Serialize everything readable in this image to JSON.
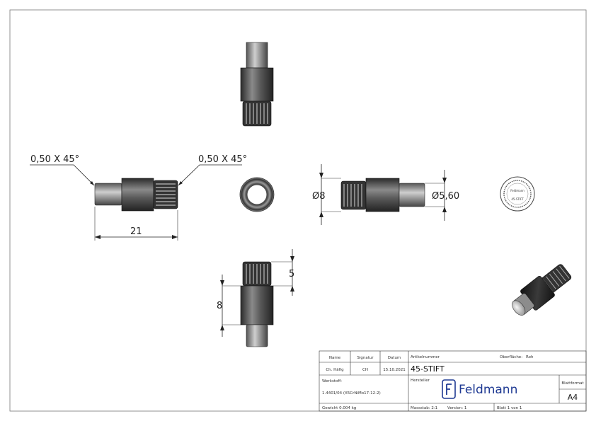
{
  "drawing": {
    "dimensions": {
      "chamfer_left": "0,50 X 45°",
      "chamfer_right": "0,50 X 45°",
      "length": "21",
      "diameter_large": "Ø8",
      "diameter_small": "Ø5,60",
      "height_knurl": "5",
      "height_body": "8"
    },
    "end_view_marking": {
      "top": "Feldmann",
      "bottom": "45-STIFT"
    }
  },
  "title_block": {
    "header_name": "Name",
    "header_signature": "Signatur",
    "header_date": "Datum",
    "name": "Ch. Häfig",
    "signature": "CH",
    "date": "15.10.2021",
    "article_label": "Artikelnummer",
    "article_number": "45-STIFT",
    "surface_label": "Oberfläche:",
    "surface_value": "Roh",
    "material_label": "Werkstoff:",
    "material_value": "1.4401/04 (X5CrNiMo17-12-2)",
    "manufacturer_label": "Hersteller",
    "logo_name": "Feldmann",
    "sheet_format_label": "Blattformat",
    "sheet_format": "A4",
    "weight": "Gewicht 0.004 kg",
    "scale": "Massstab: 2:1",
    "version": "Version: 1",
    "sheet": "Blatt 1 von 1"
  },
  "colors": {
    "steel_dark": "#3a3a3a",
    "steel_light": "#d9d9d9",
    "logo_blue": "#1f3a93"
  }
}
